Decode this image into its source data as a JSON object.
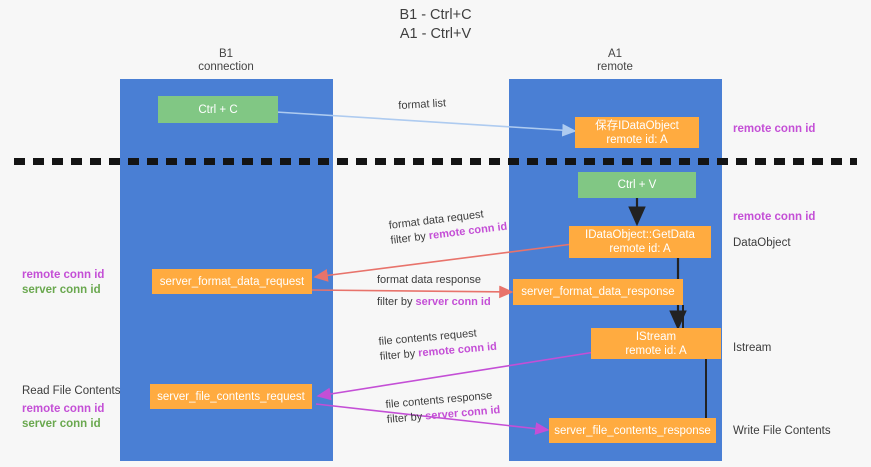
{
  "title": {
    "line1": "B1 - Ctrl+C",
    "line2": "A1 - Ctrl+V"
  },
  "columns": [
    {
      "name": "B1",
      "role": "connection"
    },
    {
      "name": "A1",
      "role": "remote"
    }
  ],
  "nodes": [
    {
      "id": "ctrl-c",
      "label": "Ctrl + C",
      "sub": "",
      "color": "green"
    },
    {
      "id": "store-idataobject",
      "label": "保存IDataObject",
      "sub": "remote id: A",
      "color": "orange"
    },
    {
      "id": "ctrl-v",
      "label": "Ctrl + V",
      "sub": "",
      "color": "green"
    },
    {
      "id": "idataobject-getdata",
      "label": "IDataObject::GetData",
      "sub": "remote id: A",
      "color": "orange"
    },
    {
      "id": "server-format-data-request",
      "label": "server_format_data_request",
      "sub": "",
      "color": "orange"
    },
    {
      "id": "server-format-data-response",
      "label": "server_format_data_response",
      "sub": "",
      "color": "orange"
    },
    {
      "id": "istream",
      "label": "IStream",
      "sub": "remote id: A",
      "color": "orange"
    },
    {
      "id": "server-file-contents-request",
      "label": "server_file_contents_request",
      "sub": "",
      "color": "orange"
    },
    {
      "id": "server-file-contents-response",
      "label": "server_file_contents_response",
      "sub": "",
      "color": "orange"
    }
  ],
  "edge_labels": [
    {
      "id": "format-list",
      "text": "format list",
      "filter_prefix": "",
      "filter_key": ""
    },
    {
      "id": "format-data-request",
      "text": "format data request",
      "filter_prefix": "filter by ",
      "filter_key": "remote conn id"
    },
    {
      "id": "format-data-response",
      "text": "format data response",
      "filter_prefix": "filter by ",
      "filter_key": "server conn id"
    },
    {
      "id": "file-contents-request",
      "text": "file contents request",
      "filter_prefix": "filter by ",
      "filter_key": "remote conn id"
    },
    {
      "id": "file-contents-response",
      "text": "file contents response",
      "filter_prefix": "filter by ",
      "filter_key": "server conn id"
    }
  ],
  "annotations": {
    "left": {
      "mid_remote": "remote conn id",
      "mid_server": "server conn id",
      "read_file_contents": "Read File Contents",
      "bottom_remote": "remote conn id",
      "bottom_server": "server conn id"
    },
    "right": {
      "top_remote": "remote conn id",
      "mid_remote": "remote conn id",
      "dataobject": "DataObject",
      "istream": "Istream",
      "write_file_contents": "Write File Contents"
    }
  },
  "colors": {
    "lane": "#4a7fd4",
    "green_node": "#81c784",
    "orange_node": "#ffab40",
    "purple_text": "#c44fd6",
    "green_text": "#6aa84f",
    "arrow_blue": "#aecbf0",
    "arrow_red": "#e8736b",
    "arrow_magenta": "#c44fd6",
    "arrow_dark": "#222222",
    "background": "#f7f7f7"
  }
}
